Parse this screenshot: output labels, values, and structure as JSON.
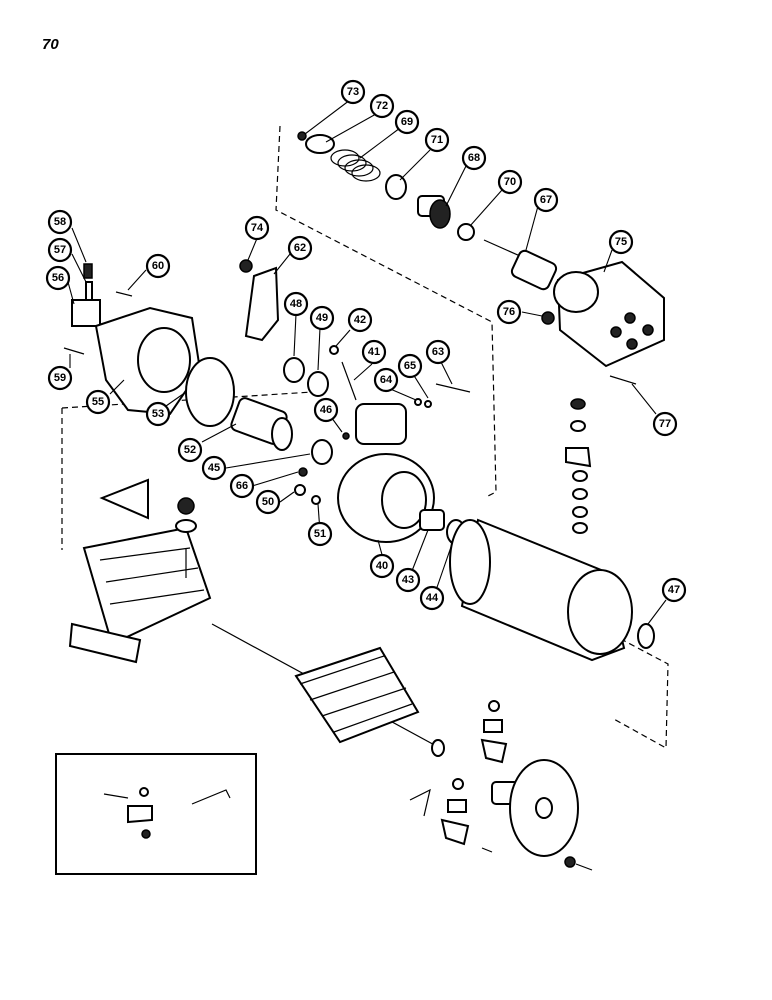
{
  "page": {
    "number": "70"
  },
  "callouts": [
    "73",
    "72",
    "69",
    "71",
    "68",
    "70",
    "67",
    "75",
    "76",
    "77",
    "74",
    "62",
    "58",
    "57",
    "56",
    "60",
    "59",
    "55",
    "53",
    "52",
    "48",
    "49",
    "42",
    "41",
    "65",
    "64",
    "63",
    "46",
    "45",
    "66",
    "50",
    "51",
    "40",
    "43",
    "44",
    "47"
  ]
}
